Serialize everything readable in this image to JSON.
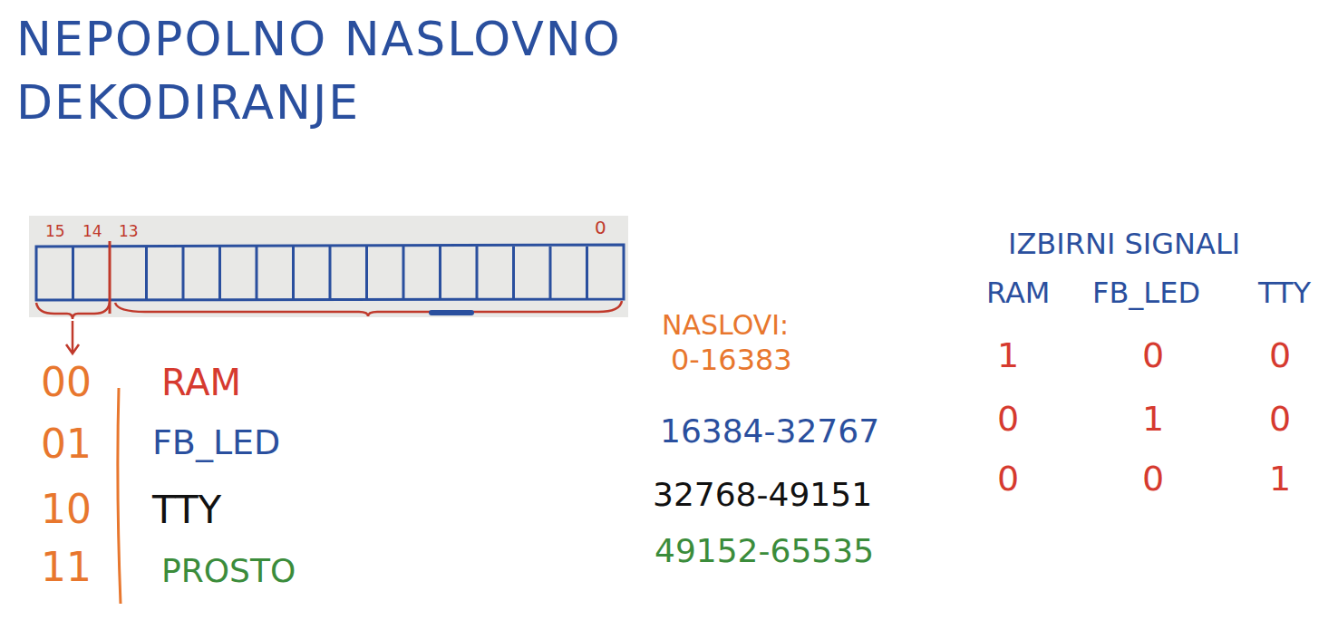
{
  "diagram": {
    "title": "NEPOPOLNO NASLOVNO DEKODIRANJE",
    "labels": [
      "15",
      "14",
      "13",
      "0",
      "00",
      "RAM",
      "01",
      "FB_LED",
      "10",
      "TTY",
      "11",
      "PROSTO",
      "NASLOVI:",
      "0-16383",
      "16384-32767",
      "32768-49151",
      "49152-65535",
      "IZBIRNI SIGNALI",
      "RAM",
      "FB_LED",
      "TTY",
      "1",
      "0",
      "0",
      "0",
      "1",
      "0",
      "0",
      "0",
      "1"
    ]
  }
}
